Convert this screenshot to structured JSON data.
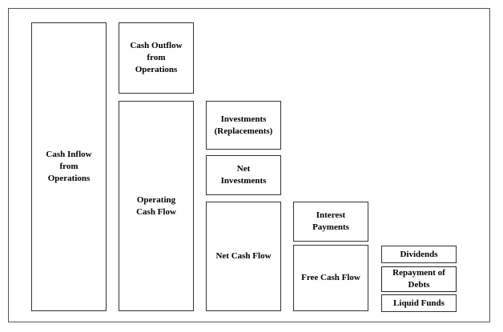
{
  "boxes": {
    "cash_inflow": "Cash Inflow\nfrom\nOperations",
    "cash_outflow": "Cash Outflow\nfrom\nOperations",
    "operating_cash_flow": "Operating\nCash Flow",
    "investments_replacements": "Investments\n(Replacements)",
    "net_investments": "Net\nInvestments",
    "net_cash_flow": "Net Cash Flow",
    "interest_payments": "Interest\nPayments",
    "free_cash_flow": "Free Cash Flow",
    "dividends": "Dividends",
    "repayment_of_debts": "Repayment of\nDebts",
    "liquid_funds": "Liquid Funds"
  }
}
